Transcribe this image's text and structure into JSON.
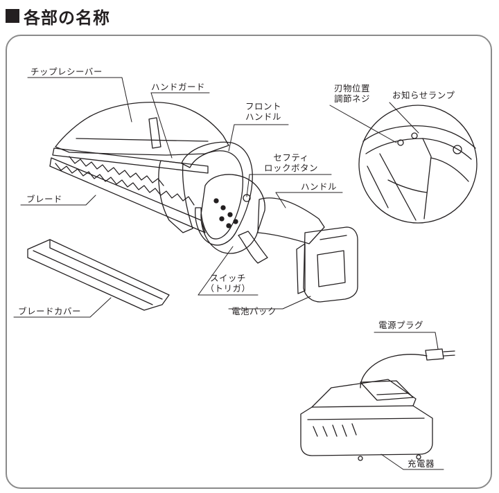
{
  "header": {
    "title": "各部の名称"
  },
  "labels": {
    "chip_receiver": "チップレシーバー",
    "hand_guard": "ハンドガード",
    "front_handle_1": "フロント",
    "front_handle_2": "ハンドル",
    "safety_lock_1": "セフティ",
    "safety_lock_2": "ロックボタン",
    "handle": "ハンドル",
    "blade": "ブレード",
    "switch_1": "スイッチ",
    "switch_2": "（トリガ）",
    "battery": "電池パック",
    "blade_cover": "ブレードカバー",
    "blade_adjust_1": "刃物位置",
    "blade_adjust_2": "調節ネジ",
    "indicator": "お知らせランプ",
    "plug": "電源プラグ",
    "charger": "充電器"
  }
}
